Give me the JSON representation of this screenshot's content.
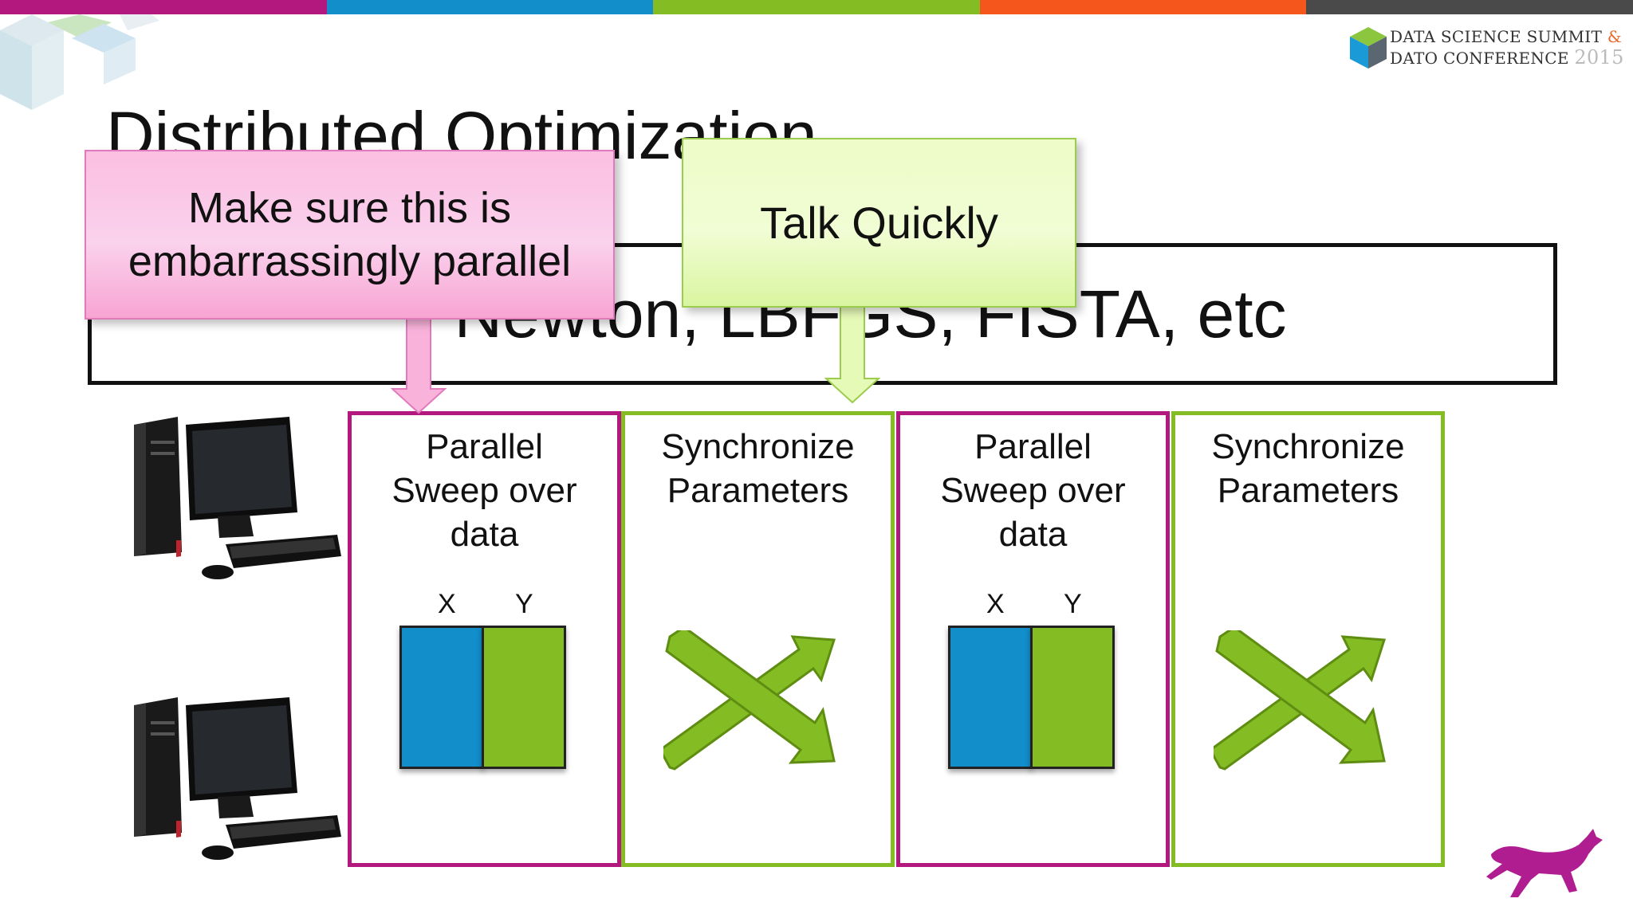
{
  "colors": {
    "magenta": "#b2187e",
    "blue": "#128ecb",
    "green": "#84bc24",
    "orange": "#f4561c",
    "gray": "#4a4a4a",
    "pink_callout": "#fbc6e5",
    "green_callout": "#effcd0"
  },
  "header": {
    "color_bar": [
      "#b2187e",
      "#128ecb",
      "#84bc24",
      "#f4561c",
      "#4a4a4a"
    ],
    "logo": {
      "line1": "DATA SCIENCE SUMMIT",
      "amp": "&",
      "line2": "DATO CONFERENCE",
      "year": "2015"
    }
  },
  "slide": {
    "title": "Distributed Optimization",
    "method_box_text": "Newton, LBFGS, FISTA, etc"
  },
  "callouts": {
    "pink": {
      "line1": "Make sure this is",
      "line2": "embarrassingly parallel"
    },
    "green": {
      "text": "Talk Quickly"
    }
  },
  "stages": [
    {
      "line1": "Parallel",
      "line2": "Sweep over",
      "line3": "data",
      "kind": "parallel",
      "x_label": "X",
      "y_label": "Y"
    },
    {
      "line1": "Synchronize",
      "line2": "Parameters",
      "kind": "sync"
    },
    {
      "line1": "Parallel",
      "line2": "Sweep over",
      "line3": "data",
      "kind": "parallel",
      "x_label": "X",
      "y_label": "Y"
    },
    {
      "line1": "Synchronize",
      "line2": "Parameters",
      "kind": "sync"
    }
  ],
  "icons": [
    "desktop-computer-icon",
    "desktop-computer-icon",
    "cube-cluster-logo-icon",
    "dog-mascot-icon",
    "crossing-arrows-icon"
  ]
}
